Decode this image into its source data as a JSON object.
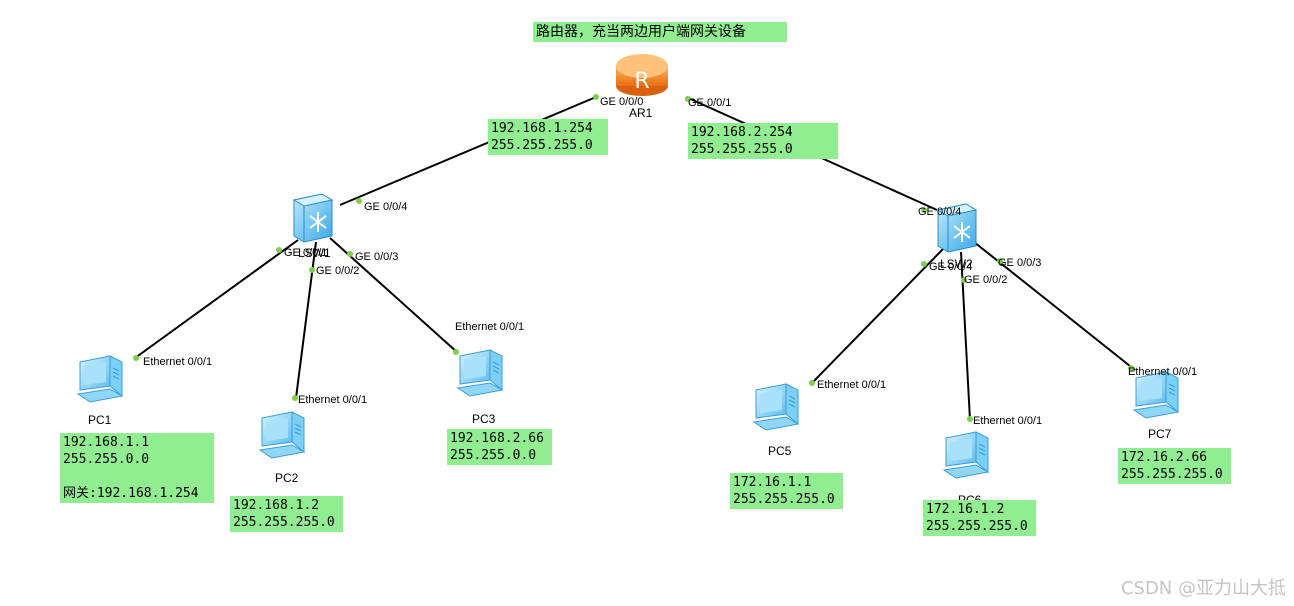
{
  "title_note": "路由器，充当两边用户端网关设备",
  "router": {
    "label": "AR1",
    "glyph": "R",
    "icon": "router-icon"
  },
  "switches": [
    {
      "id": "lsw1",
      "label": "LSW1",
      "icon": "switch-icon"
    },
    {
      "id": "lsw2",
      "label": "LSW2",
      "icon": "switch-icon"
    }
  ],
  "pcs": [
    {
      "id": "pc1",
      "label": "PC1",
      "icon": "pc-icon",
      "port": "Ethernet 0/0/1"
    },
    {
      "id": "pc2",
      "label": "PC2",
      "icon": "pc-icon",
      "port": "Ethernet 0/0/1"
    },
    {
      "id": "pc3",
      "label": "PC3",
      "icon": "pc-icon",
      "port": "Ethernet 0/0/1"
    },
    {
      "id": "pc5",
      "label": "PC5",
      "icon": "pc-icon",
      "port": "Ethernet 0/0/1"
    },
    {
      "id": "pc6",
      "label": "PC6",
      "icon": "pc-icon",
      "port": "Ethernet 0/0/1"
    },
    {
      "id": "pc7",
      "label": "PC7",
      "icon": "pc-icon",
      "port": "Ethernet 0/0/1"
    }
  ],
  "router_ports": {
    "left": "GE 0/0/0",
    "right": "GE 0/0/1"
  },
  "lsw1_ports": {
    "uplink": "GE 0/0/4",
    "p1": "GE 0/0/1",
    "p2": "GE 0/0/2",
    "p3": "GE 0/0/3"
  },
  "lsw2_ports": {
    "uplink": "GE 0/0/4",
    "p1": "GE 0/0/4",
    "p2": "GE 0/0/2",
    "p3": "GE 0/0/3"
  },
  "notes": {
    "ar1_left": "192.168.1.254\n255.255.255.0",
    "ar1_right": "192.168.2.254\n255.255.255.0",
    "pc1": "192.168.1.1\n255.255.0.0\n\n网关:192.168.1.254",
    "pc2": "192.168.1.2\n255.255.255.0",
    "pc3": "192.168.2.66\n255.255.0.0",
    "pc5": "172.16.1.1\n255.255.255.0",
    "pc6": "172.16.1.2\n255.255.255.0",
    "pc7": "172.16.2.66\n255.255.255.0"
  },
  "watermark": "CSDN @亚力山大抵",
  "colors": {
    "note_bg": "#90ee90",
    "port_dot": "#7cd04a",
    "router_orange": "#f08a2c",
    "device_blue": "#5bc0f0"
  }
}
